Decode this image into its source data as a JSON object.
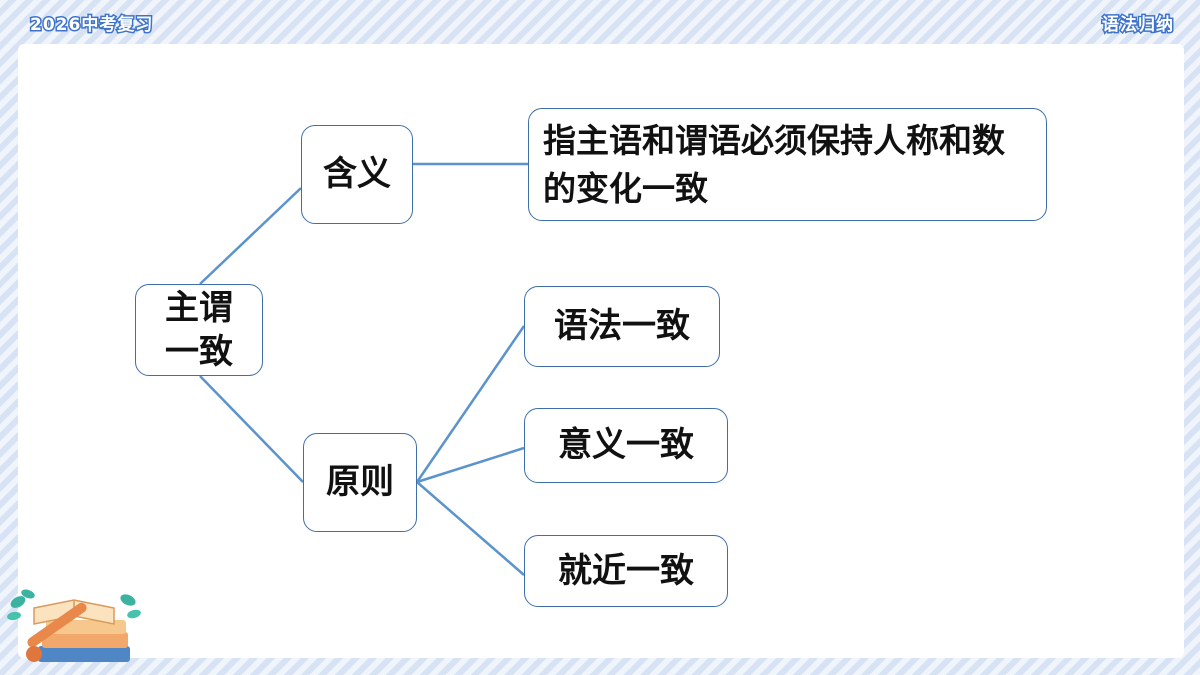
{
  "header": {
    "left_tag": "2026中考复习",
    "right_tag": "语法归纳"
  },
  "diagram": {
    "root": "主谓一致",
    "meaning_label": "含义",
    "definition": "指主语和谓语必须保持人称和数的变化一致",
    "principle_label": "原则",
    "principles": [
      "语法一致",
      "意义一致",
      "就近一致"
    ]
  },
  "colors": {
    "connector": "#5b93cc",
    "node_border": "#3e6fa8",
    "tag_outline": "#3d74c9"
  },
  "decoration": {
    "icon": "books-leaves-icon"
  }
}
